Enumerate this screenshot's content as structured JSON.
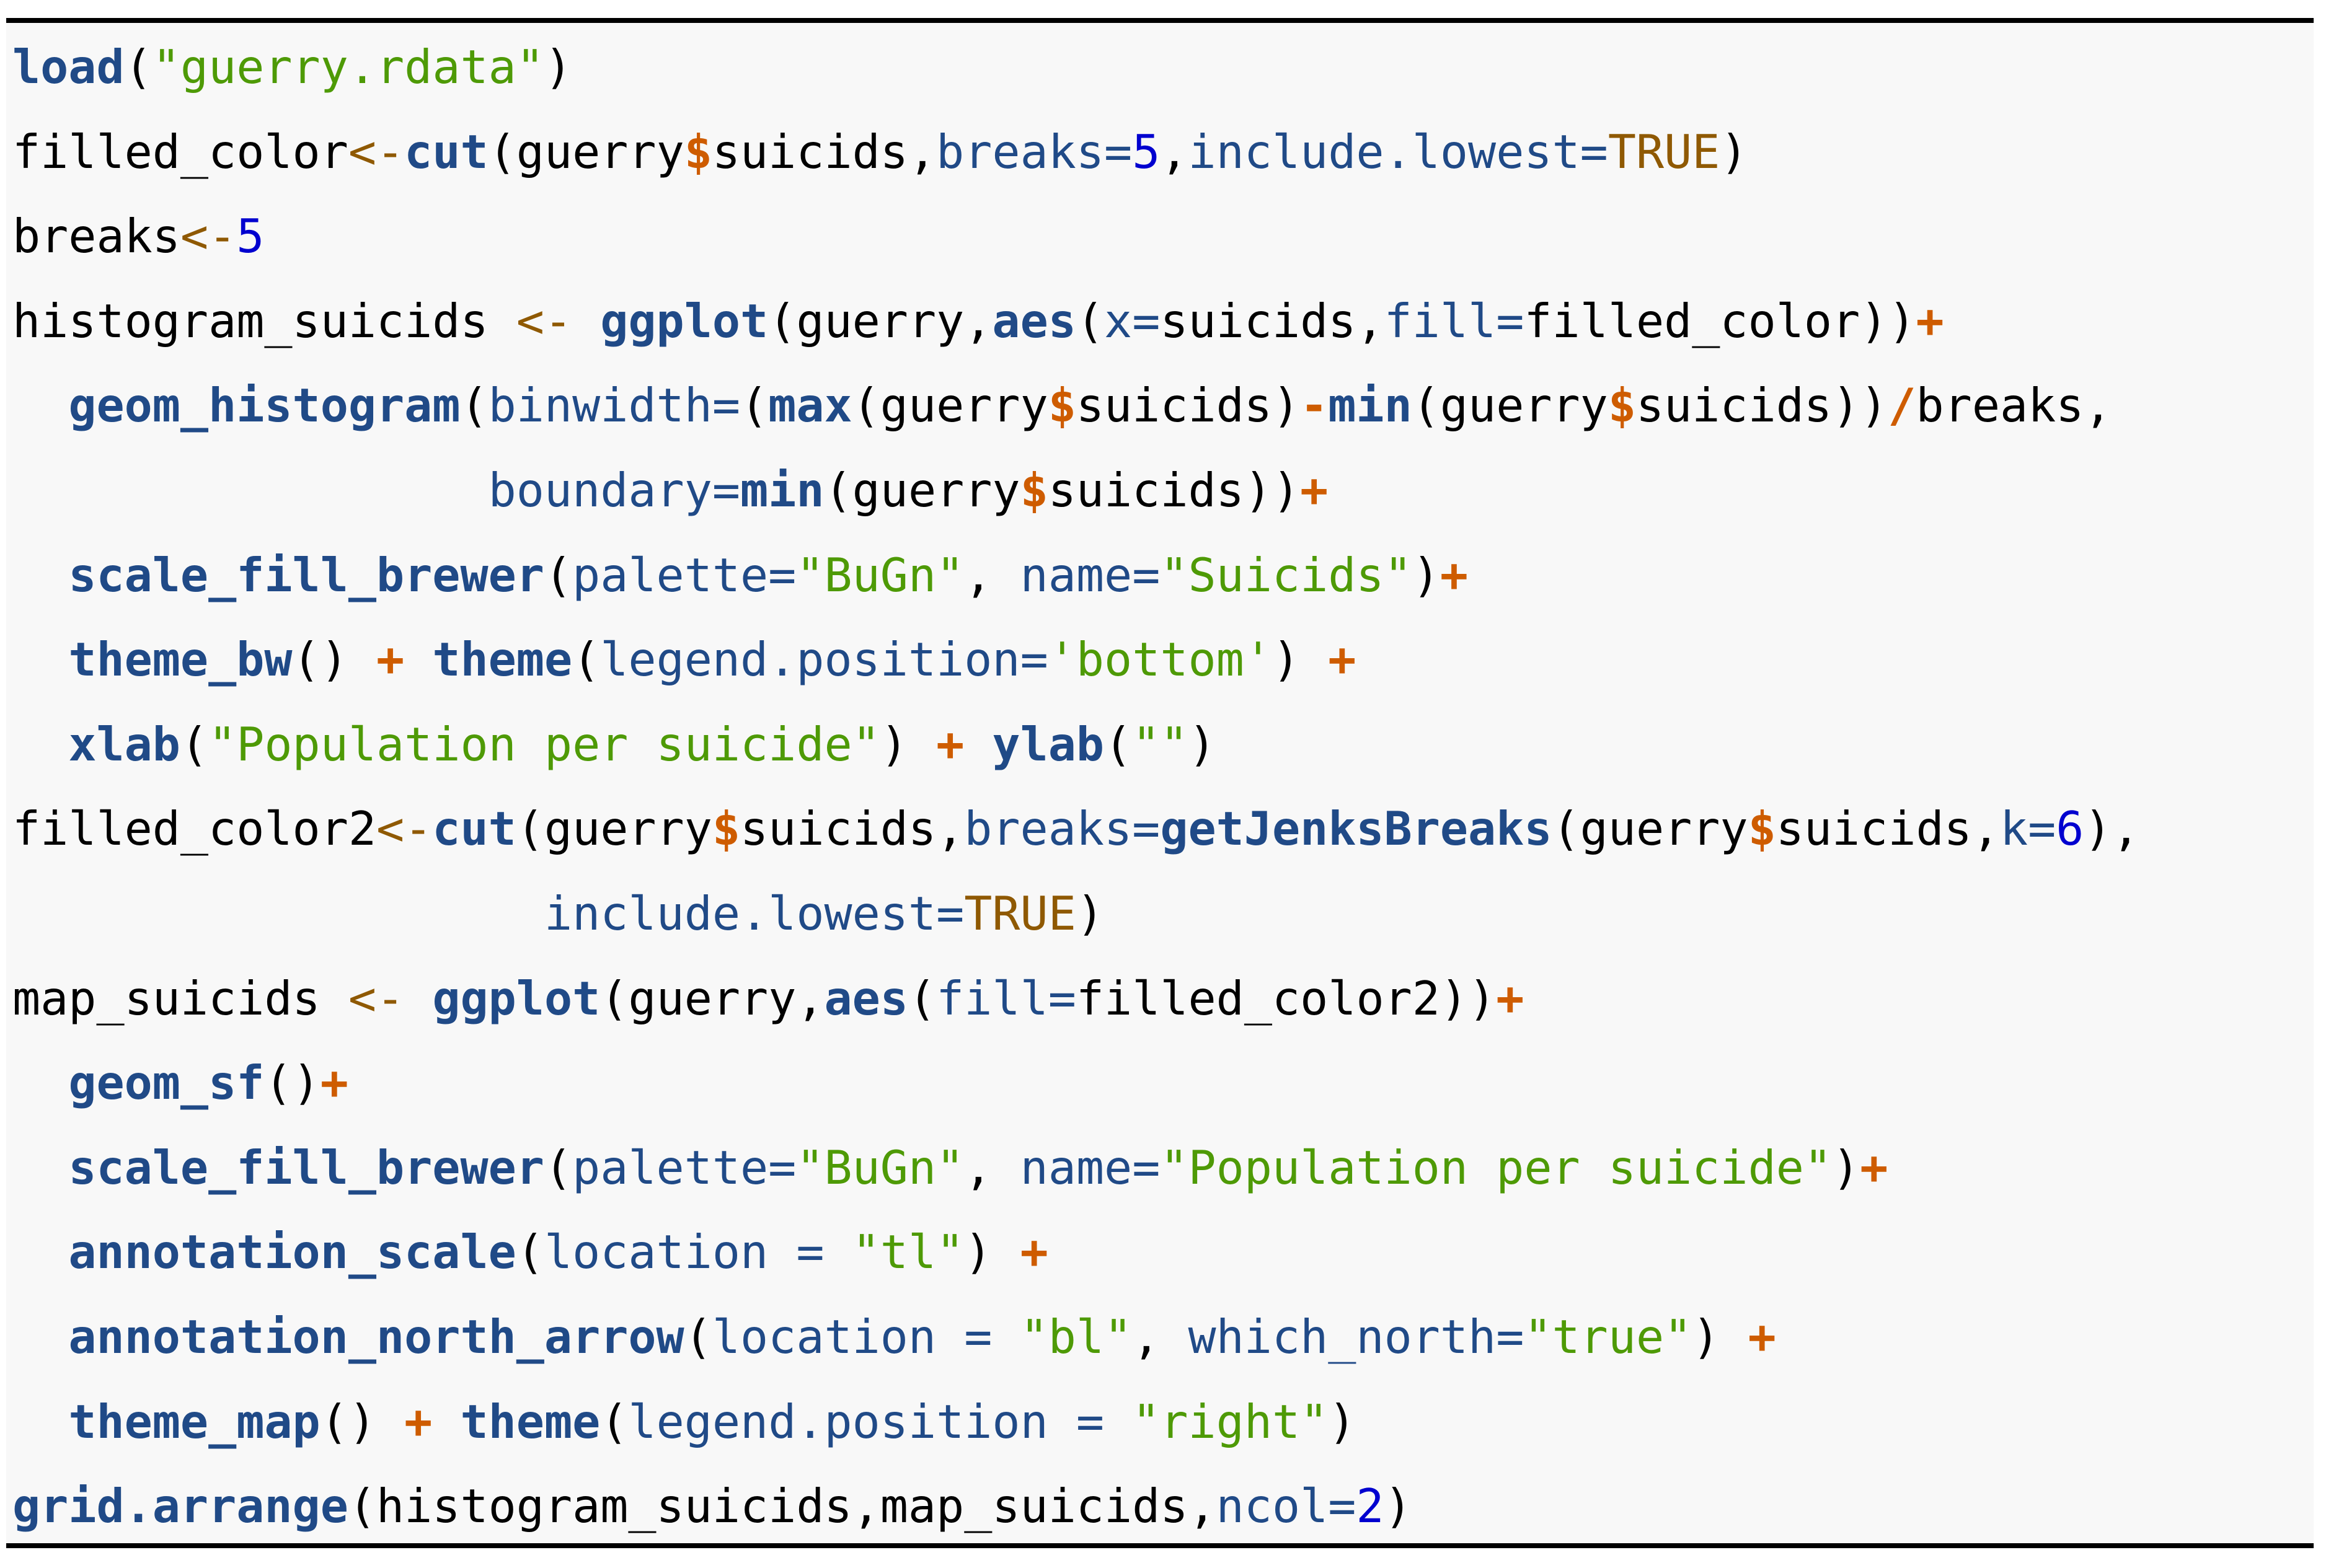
{
  "code_lines": [
    [
      {
        "t": "load",
        "k": "fn"
      },
      {
        "t": "(",
        "k": "plain"
      },
      {
        "t": "\"guerry.rdata\"",
        "k": "str"
      },
      {
        "t": ")",
        "k": "plain"
      }
    ],
    [
      {
        "t": "filled_color",
        "k": "plain"
      },
      {
        "t": "<-",
        "k": "assign"
      },
      {
        "t": "cut",
        "k": "fn"
      },
      {
        "t": "(guerry",
        "k": "plain"
      },
      {
        "t": "$",
        "k": "op"
      },
      {
        "t": "suicids,",
        "k": "plain"
      },
      {
        "t": "breaks=",
        "k": "arg"
      },
      {
        "t": "5",
        "k": "num"
      },
      {
        "t": ",",
        "k": "plain"
      },
      {
        "t": "include.lowest=",
        "k": "arg"
      },
      {
        "t": "TRUE",
        "k": "const"
      },
      {
        "t": ")",
        "k": "plain"
      }
    ],
    [
      {
        "t": "breaks",
        "k": "plain"
      },
      {
        "t": "<-",
        "k": "assign"
      },
      {
        "t": "5",
        "k": "num"
      }
    ],
    [
      {
        "t": "histogram_suicids ",
        "k": "plain"
      },
      {
        "t": "<-",
        "k": "assign"
      },
      {
        "t": " ",
        "k": "plain"
      },
      {
        "t": "ggplot",
        "k": "fn"
      },
      {
        "t": "(guerry,",
        "k": "plain"
      },
      {
        "t": "aes",
        "k": "fn"
      },
      {
        "t": "(",
        "k": "plain"
      },
      {
        "t": "x=",
        "k": "arg"
      },
      {
        "t": "suicids,",
        "k": "plain"
      },
      {
        "t": "fill=",
        "k": "arg"
      },
      {
        "t": "filled_color))",
        "k": "plain"
      },
      {
        "t": "+",
        "k": "op"
      }
    ],
    [
      {
        "t": "  ",
        "k": "plain"
      },
      {
        "t": "geom_histogram",
        "k": "fn"
      },
      {
        "t": "(",
        "k": "plain"
      },
      {
        "t": "binwidth=",
        "k": "arg"
      },
      {
        "t": "(",
        "k": "plain"
      },
      {
        "t": "max",
        "k": "fn"
      },
      {
        "t": "(guerry",
        "k": "plain"
      },
      {
        "t": "$",
        "k": "op"
      },
      {
        "t": "suicids)",
        "k": "plain"
      },
      {
        "t": "-",
        "k": "op"
      },
      {
        "t": "min",
        "k": "fn"
      },
      {
        "t": "(guerry",
        "k": "plain"
      },
      {
        "t": "$",
        "k": "op"
      },
      {
        "t": "suicids))",
        "k": "plain"
      },
      {
        "t": "/",
        "k": "op"
      },
      {
        "t": "breaks,",
        "k": "plain"
      }
    ],
    [
      {
        "t": "                 ",
        "k": "plain"
      },
      {
        "t": "boundary=",
        "k": "arg"
      },
      {
        "t": "min",
        "k": "fn"
      },
      {
        "t": "(guerry",
        "k": "plain"
      },
      {
        "t": "$",
        "k": "op"
      },
      {
        "t": "suicids))",
        "k": "plain"
      },
      {
        "t": "+",
        "k": "op"
      }
    ],
    [
      {
        "t": "  ",
        "k": "plain"
      },
      {
        "t": "scale_fill_brewer",
        "k": "fn"
      },
      {
        "t": "(",
        "k": "plain"
      },
      {
        "t": "palette=",
        "k": "arg"
      },
      {
        "t": "\"BuGn\"",
        "k": "str"
      },
      {
        "t": ", ",
        "k": "plain"
      },
      {
        "t": "name=",
        "k": "arg"
      },
      {
        "t": "\"Suicids\"",
        "k": "str"
      },
      {
        "t": ")",
        "k": "plain"
      },
      {
        "t": "+",
        "k": "op"
      }
    ],
    [
      {
        "t": "  ",
        "k": "plain"
      },
      {
        "t": "theme_bw",
        "k": "fn"
      },
      {
        "t": "() ",
        "k": "plain"
      },
      {
        "t": "+",
        "k": "op"
      },
      {
        "t": " ",
        "k": "plain"
      },
      {
        "t": "theme",
        "k": "fn"
      },
      {
        "t": "(",
        "k": "plain"
      },
      {
        "t": "legend.position=",
        "k": "arg"
      },
      {
        "t": "'bottom'",
        "k": "str"
      },
      {
        "t": ") ",
        "k": "plain"
      },
      {
        "t": "+",
        "k": "op"
      }
    ],
    [
      {
        "t": "  ",
        "k": "plain"
      },
      {
        "t": "xlab",
        "k": "fn"
      },
      {
        "t": "(",
        "k": "plain"
      },
      {
        "t": "\"Population per suicide\"",
        "k": "str"
      },
      {
        "t": ") ",
        "k": "plain"
      },
      {
        "t": "+",
        "k": "op"
      },
      {
        "t": " ",
        "k": "plain"
      },
      {
        "t": "ylab",
        "k": "fn"
      },
      {
        "t": "(",
        "k": "plain"
      },
      {
        "t": "\"\"",
        "k": "str"
      },
      {
        "t": ")",
        "k": "plain"
      }
    ],
    [
      {
        "t": "filled_color2",
        "k": "plain"
      },
      {
        "t": "<-",
        "k": "assign"
      },
      {
        "t": "cut",
        "k": "fn"
      },
      {
        "t": "(guerry",
        "k": "plain"
      },
      {
        "t": "$",
        "k": "op"
      },
      {
        "t": "suicids,",
        "k": "plain"
      },
      {
        "t": "breaks=",
        "k": "arg"
      },
      {
        "t": "getJenksBreaks",
        "k": "fn"
      },
      {
        "t": "(guerry",
        "k": "plain"
      },
      {
        "t": "$",
        "k": "op"
      },
      {
        "t": "suicids,",
        "k": "plain"
      },
      {
        "t": "k=",
        "k": "arg"
      },
      {
        "t": "6",
        "k": "num"
      },
      {
        "t": "),",
        "k": "plain"
      }
    ],
    [
      {
        "t": "                   ",
        "k": "plain"
      },
      {
        "t": "include.lowest=",
        "k": "arg"
      },
      {
        "t": "TRUE",
        "k": "const"
      },
      {
        "t": ")",
        "k": "plain"
      }
    ],
    [
      {
        "t": "map_suicids ",
        "k": "plain"
      },
      {
        "t": "<-",
        "k": "assign"
      },
      {
        "t": " ",
        "k": "plain"
      },
      {
        "t": "ggplot",
        "k": "fn"
      },
      {
        "t": "(guerry,",
        "k": "plain"
      },
      {
        "t": "aes",
        "k": "fn"
      },
      {
        "t": "(",
        "k": "plain"
      },
      {
        "t": "fill=",
        "k": "arg"
      },
      {
        "t": "filled_color2))",
        "k": "plain"
      },
      {
        "t": "+",
        "k": "op"
      }
    ],
    [
      {
        "t": "  ",
        "k": "plain"
      },
      {
        "t": "geom_sf",
        "k": "fn"
      },
      {
        "t": "()",
        "k": "plain"
      },
      {
        "t": "+",
        "k": "op"
      }
    ],
    [
      {
        "t": "  ",
        "k": "plain"
      },
      {
        "t": "scale_fill_brewer",
        "k": "fn"
      },
      {
        "t": "(",
        "k": "plain"
      },
      {
        "t": "palette=",
        "k": "arg"
      },
      {
        "t": "\"BuGn\"",
        "k": "str"
      },
      {
        "t": ", ",
        "k": "plain"
      },
      {
        "t": "name=",
        "k": "arg"
      },
      {
        "t": "\"Population per suicide\"",
        "k": "str"
      },
      {
        "t": ")",
        "k": "plain"
      },
      {
        "t": "+",
        "k": "op"
      }
    ],
    [
      {
        "t": "  ",
        "k": "plain"
      },
      {
        "t": "annotation_scale",
        "k": "fn"
      },
      {
        "t": "(",
        "k": "plain"
      },
      {
        "t": "location = ",
        "k": "arg"
      },
      {
        "t": "\"tl\"",
        "k": "str"
      },
      {
        "t": ") ",
        "k": "plain"
      },
      {
        "t": "+",
        "k": "op"
      }
    ],
    [
      {
        "t": "  ",
        "k": "plain"
      },
      {
        "t": "annotation_north_arrow",
        "k": "fn"
      },
      {
        "t": "(",
        "k": "plain"
      },
      {
        "t": "location = ",
        "k": "arg"
      },
      {
        "t": "\"bl\"",
        "k": "str"
      },
      {
        "t": ", ",
        "k": "plain"
      },
      {
        "t": "which_north=",
        "k": "arg"
      },
      {
        "t": "\"true\"",
        "k": "str"
      },
      {
        "t": ") ",
        "k": "plain"
      },
      {
        "t": "+",
        "k": "op"
      }
    ],
    [
      {
        "t": "  ",
        "k": "plain"
      },
      {
        "t": "theme_map",
        "k": "fn"
      },
      {
        "t": "() ",
        "k": "plain"
      },
      {
        "t": "+",
        "k": "op"
      },
      {
        "t": " ",
        "k": "plain"
      },
      {
        "t": "theme",
        "k": "fn"
      },
      {
        "t": "(",
        "k": "plain"
      },
      {
        "t": "legend.position = ",
        "k": "arg"
      },
      {
        "t": "\"right\"",
        "k": "str"
      },
      {
        "t": ")",
        "k": "plain"
      }
    ],
    [
      {
        "t": "grid.arrange",
        "k": "fn"
      },
      {
        "t": "(histogram_suicids,map_suicids,",
        "k": "plain"
      },
      {
        "t": "ncol=",
        "k": "arg"
      },
      {
        "t": "2",
        "k": "num"
      },
      {
        "t": ")",
        "k": "plain"
      }
    ]
  ],
  "colors": {
    "background": "#f8f8f8",
    "rule": "#000000",
    "function": "#204a87",
    "string": "#4e9a06",
    "argument": "#204a87",
    "number": "#0000cf",
    "operator": "#ce5c00",
    "assign": "#8f5902",
    "constant": "#8f5902",
    "plain": "#000000"
  }
}
